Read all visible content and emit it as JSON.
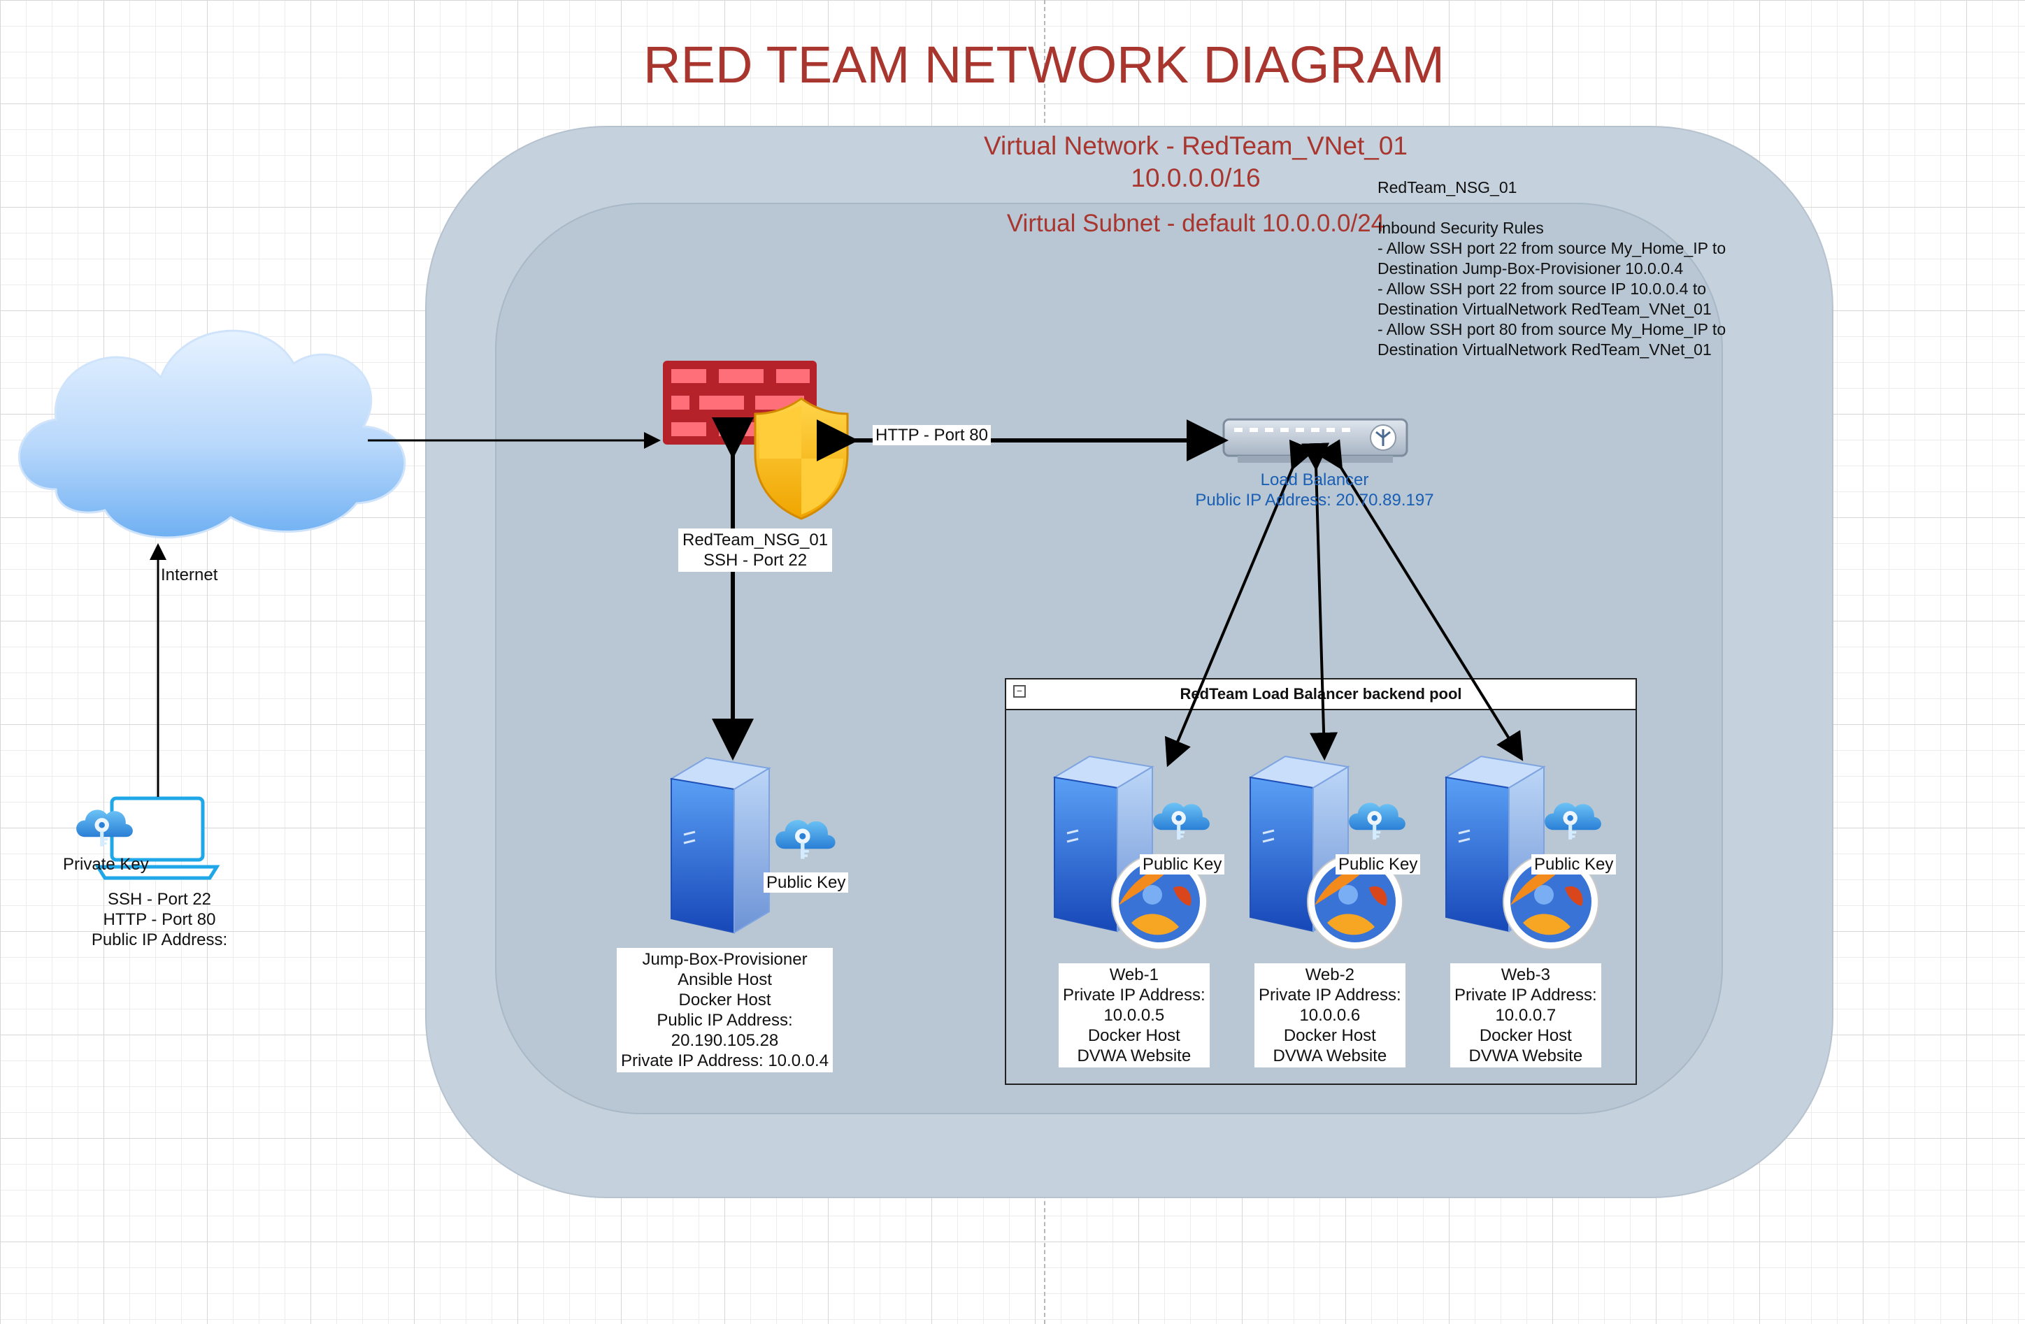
{
  "title": "RED TEAM NETWORK DIAGRAM",
  "vnet": {
    "label_line1": "Virtual Network - RedTeam_VNet_01",
    "label_line2": "10.0.0.0/16"
  },
  "subnet": {
    "label": "Virtual Subnet - default 10.0.0.0/24"
  },
  "nsg_rules": {
    "heading": "RedTeam_NSG_01",
    "subheading": "Inbound Security Rules",
    "lines": [
      "- Allow SSH port 22 from source My_Home_IP to",
      "Destination Jump-Box-Provisioner 10.0.0.4",
      "- Allow SSH port 22 from source IP 10.0.0.4 to",
      "Destination VirtualNetwork RedTeam_VNet_01",
      "- Allow SSH port 80 from source My_Home_IP to",
      "Destination VirtualNetwork RedTeam_VNet_01"
    ]
  },
  "internet": {
    "label": "Internet"
  },
  "laptop": {
    "key_label": "Private Key",
    "lines": [
      "SSH - Port 22",
      "HTTP - Port 80",
      "Public IP Address:"
    ]
  },
  "firewall": {
    "lines": [
      "RedTeam_NSG_01",
      "SSH - Port 22"
    ]
  },
  "http_edge": {
    "label": "HTTP - Port 80"
  },
  "load_balancer": {
    "label": "Load Balancer",
    "ip": "Public IP Address: 20.70.89.197"
  },
  "jumpbox": {
    "key_label": "Public Key",
    "lines": [
      "Jump-Box-Provisioner",
      "Ansible Host",
      "Docker Host",
      "Public IP Address:",
      "20.190.105.28",
      "Private IP Address: 10.0.0.4"
    ]
  },
  "pool": {
    "title": "RedTeam Load Balancer backend pool"
  },
  "web_servers": [
    {
      "key_label": "Public Key",
      "lines": [
        "Web-1",
        "Private IP Address:",
        "10.0.0.5",
        "Docker Host",
        "DVWA Website"
      ]
    },
    {
      "key_label": "Public Key",
      "lines": [
        "Web-2",
        "Private IP Address:",
        "10.0.0.6",
        "Docker Host",
        "DVWA Website"
      ]
    },
    {
      "key_label": "Public Key",
      "lines": [
        "Web-3",
        "Private IP Address:",
        "10.0.0.7",
        "Docker Host",
        "DVWA Website"
      ]
    }
  ],
  "colors": {
    "title_red": "#a8352e",
    "vnet_fill": "#c5d1dc",
    "subnet_fill": "#b8c7d3",
    "link_blue": "#1a5fb4",
    "server_blue": "#2e6fd6",
    "firewall_red": "#b5222a",
    "shield_yellow": "#f4b400"
  }
}
